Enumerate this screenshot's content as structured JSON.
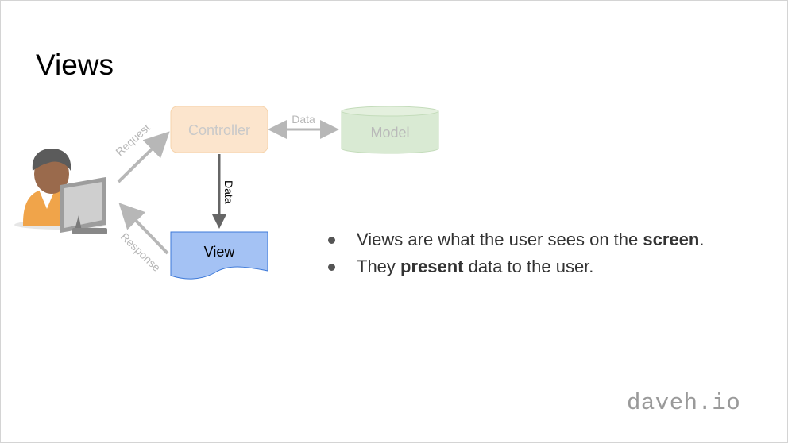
{
  "slide": {
    "title": "Views",
    "watermark": "daveh.io"
  },
  "diagram": {
    "nodes": {
      "controller": "Controller",
      "model": "Model",
      "view": "View"
    },
    "edges": {
      "request": "Request",
      "response": "Response",
      "controller_model": "Data",
      "controller_view": "Data"
    },
    "colors": {
      "controller_fill": "#fce5cd",
      "model_fill": "#d9ead3",
      "view_fill": "#a4c2f4",
      "faded_arrow": "#b7b7b7",
      "active_arrow": "#666666"
    },
    "icons": [
      "user-at-computer-icon"
    ]
  },
  "bullets": [
    {
      "pre": "Views are what the user sees on the ",
      "bold": "screen",
      "post": "."
    },
    {
      "pre": "They ",
      "bold": "present",
      "post": " data to the user."
    }
  ]
}
